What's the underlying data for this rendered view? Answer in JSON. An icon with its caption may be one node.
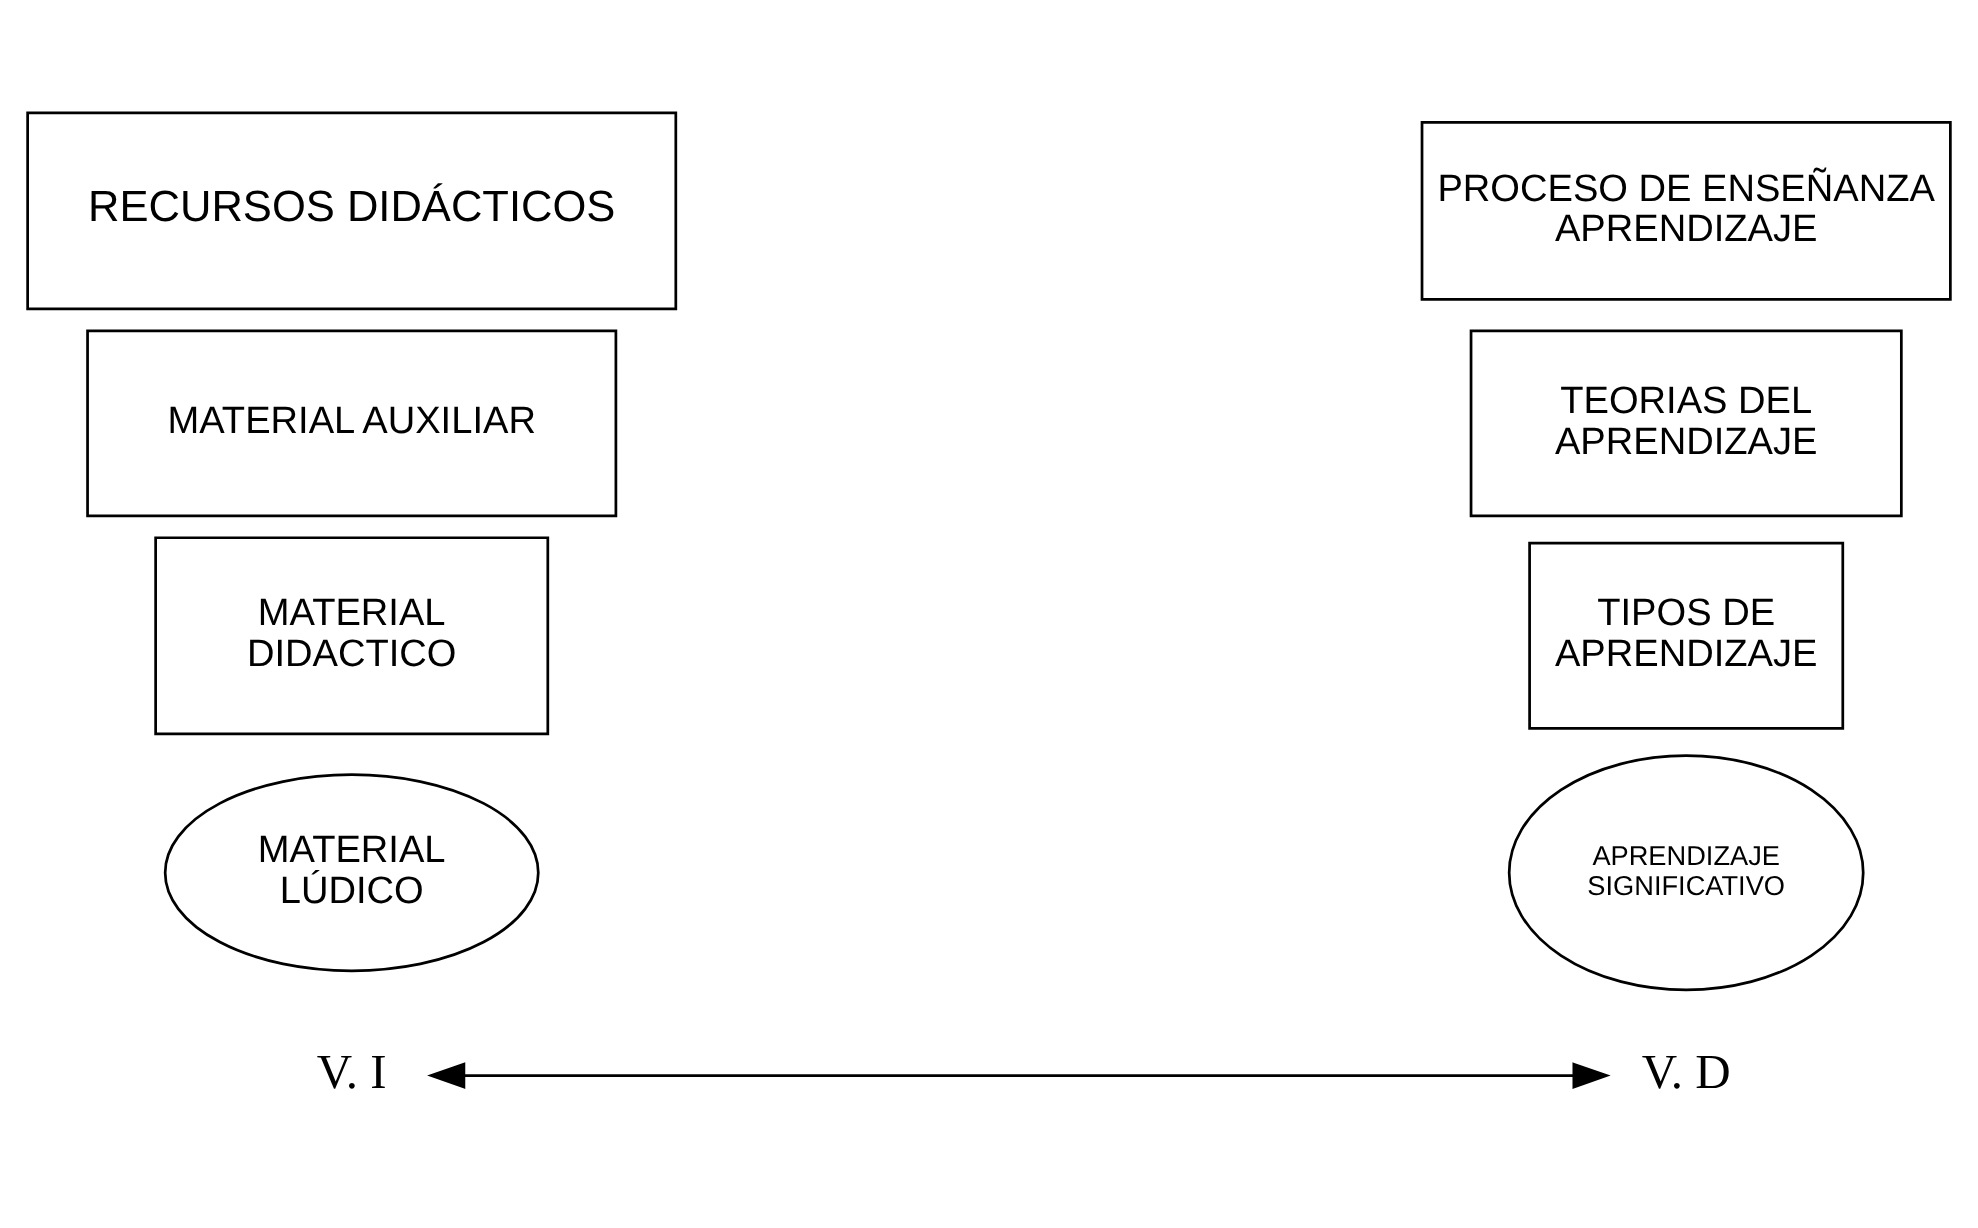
{
  "diagram": {
    "nodes": [
      {
        "text": [
          "RECURSOS DIDÁCTICOS"
        ]
      },
      {
        "text": [
          "MATERIAL AUXILIAR"
        ]
      },
      {
        "text": [
          "MATERIAL DIDACTICO"
        ]
      },
      {
        "text": [
          "MATERIAL LÚDICO"
        ]
      },
      {
        "text": [
          "PROCESO DE ENSEÑANZA APRENDIZAJE"
        ]
      },
      {
        "text": [
          "TEORIAS DEL APRENDIZAJE"
        ]
      },
      {
        "text": [
          "TIPOS DE APRENDIZAJE"
        ]
      },
      {
        "text": [
          "APRENDIZAJE SIGNIFICATIVO"
        ]
      },
      {
        "text": [
          "V. I"
        ]
      },
      {
        "text": [
          "V. D"
        ]
      }
    ],
    "edges": [
      {
        "from": 8,
        "to": 9,
        "arrow": "both"
      }
    ]
  }
}
